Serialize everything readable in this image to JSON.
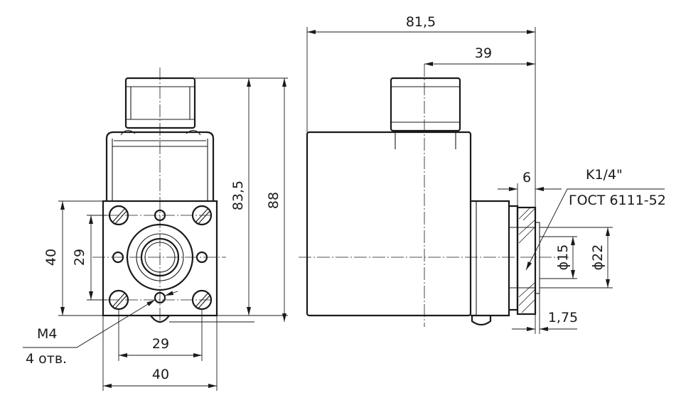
{
  "dimensions": {
    "overall_length": "81,5",
    "offset_length": "39",
    "height_short": "83,5",
    "height_total": "88",
    "width_outer_h": "40",
    "width_inner_h": "29",
    "width_outer_v": "40",
    "width_inner_v": "29",
    "flange_thickness": "6",
    "bore_diameter": "ϕ15",
    "outer_diameter": "ϕ22",
    "recess_depth": "1,75"
  },
  "notes": {
    "thread": "K1/4\"",
    "standard": "ГОСТ 6111-52",
    "hole_size": "M4",
    "hole_count": "4 отв."
  }
}
